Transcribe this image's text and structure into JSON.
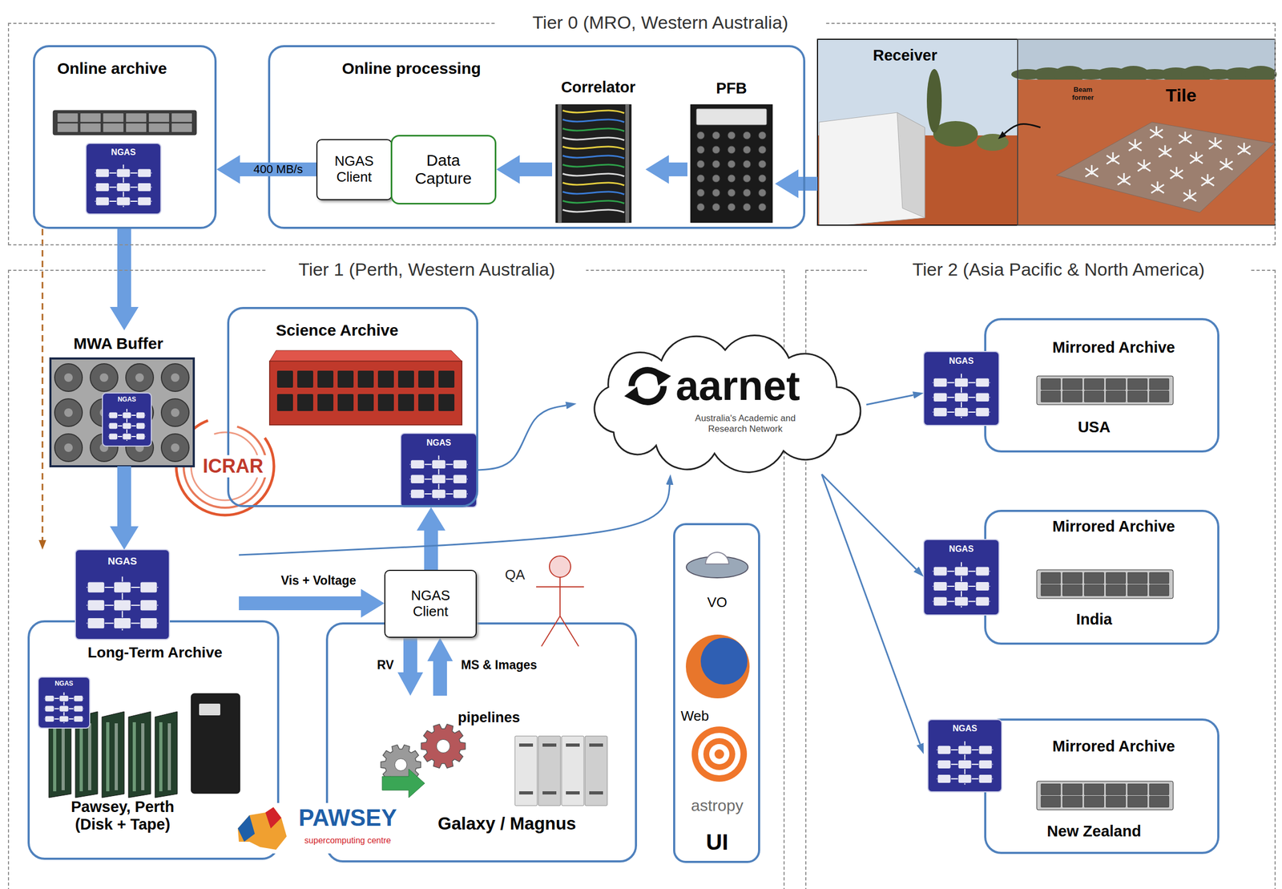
{
  "diagram": {
    "nodes": [
      {
        "text": [
          "Tier 0 (MRO, Western Australia)"
        ]
      },
      {
        "text": [
          "Online archive"
        ],
        "in": 0
      },
      {
        "text": [
          "Online processing"
        ],
        "in": 0
      },
      {
        "text": [
          "NGAS Client"
        ],
        "in": 2
      },
      {
        "text": [
          "Data Capture"
        ],
        "in": 2
      },
      {
        "text": [
          "Correlator"
        ],
        "in": 2
      },
      {
        "text": [
          "PFB"
        ],
        "in": 2
      },
      {
        "text": [
          "Receiver"
        ],
        "in": 0
      },
      {
        "text": [
          "Tile"
        ],
        "in": 0
      },
      {
        "text": [
          "Tier 1 (Perth, Western Australia)"
        ]
      },
      {
        "text": [
          "MWA Buffer"
        ],
        "in": 9
      },
      {
        "text": [
          "Science Archive"
        ],
        "in": 9
      },
      {
        "text": [
          "aarnet",
          "Australia's Academic and Research Network"
        ]
      },
      {
        "text": [
          "Long-Term Archive",
          "Pawsey, Perth (Disk + Tape)"
        ],
        "in": 9
      },
      {
        "text": [
          "NGAS Client"
        ],
        "in": 9
      },
      {
        "text": [
          "pipelines",
          "Galaxy / Magnus"
        ],
        "in": 9
      },
      {
        "text": [
          "VO",
          "Web",
          "astropy",
          "UI"
        ],
        "in": 9
      },
      {
        "text": [
          "Tier 2 (Asia Pacific & North America)"
        ]
      },
      {
        "text": [
          "Mirrored Archive",
          "USA"
        ],
        "in": 17
      },
      {
        "text": [
          "Mirrored Archive",
          "India"
        ],
        "in": 17
      },
      {
        "text": [
          "Mirrored Archive",
          "New Zealand"
        ],
        "in": 17
      }
    ],
    "edges": [
      {
        "from": 8,
        "to": 7,
        "arrow": "to"
      },
      {
        "from": 7,
        "to": 6,
        "arrow": "to"
      },
      {
        "from": 6,
        "to": 5,
        "arrow": "to"
      },
      {
        "from": 5,
        "to": 4,
        "arrow": "to"
      },
      {
        "from": 3,
        "to": 1,
        "arrow": "to",
        "label": "400 MB/s"
      },
      {
        "from": 1,
        "to": 10,
        "arrow": "to"
      },
      {
        "from": 1,
        "to": 13,
        "arrow": "to"
      },
      {
        "from": 10,
        "to": 13,
        "arrow": "to"
      },
      {
        "from": 13,
        "to": 14,
        "arrow": "to",
        "label": "Vis + Voltage"
      },
      {
        "from": 14,
        "to": 11,
        "arrow": "to"
      },
      {
        "from": 14,
        "to": 15,
        "arrow": "to",
        "label": "RV"
      },
      {
        "from": 15,
        "to": 14,
        "arrow": "to",
        "label": "MS & Images"
      },
      {
        "from": 11,
        "to": 12,
        "arrow": "to"
      },
      {
        "from": 13,
        "to": 12,
        "arrow": "to"
      },
      {
        "from": 12,
        "to": 18,
        "arrow": "to"
      },
      {
        "from": 12,
        "to": 19,
        "arrow": "to"
      },
      {
        "from": 12,
        "to": 20,
        "arrow": "to"
      }
    ],
    "labels": [
      "NGAS",
      "Beam former",
      "NGAS",
      "ICRAR",
      "NGAS",
      "NGAS",
      "NGAS",
      "QA",
      "PAWSEY",
      "supercomputing centre",
      "NGAS",
      "NGAS",
      "NGAS"
    ]
  }
}
